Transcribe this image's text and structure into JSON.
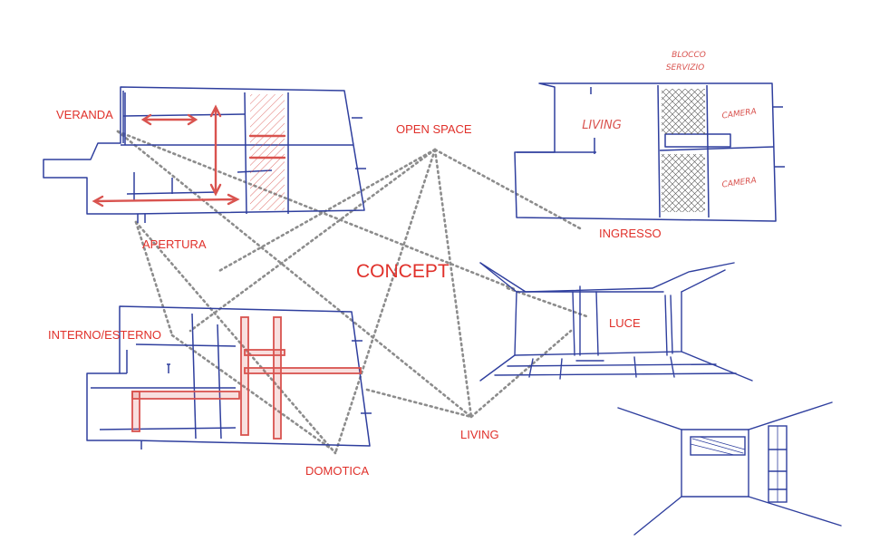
{
  "colors": {
    "label": "#e0302a",
    "sketch": "#2f3f9e",
    "accent": "#d9534f",
    "connector": "#8c8c8c"
  },
  "center": {
    "label": "CONCEPT"
  },
  "labels": {
    "veranda": "VERANDA",
    "open_space": "OPEN SPACE",
    "apertura": "APERTURA",
    "ingresso": "INGRESSO",
    "interno_esterno": "INTERNO/ESTERNO",
    "luce": "LUCE",
    "living": "LIVING",
    "domotica": "DOMOTICA"
  },
  "sketch_notes": {
    "blocco": "BLOCCO",
    "servizio": "SERVIZIO",
    "living": "LIVING",
    "camera_1": "CAMERA",
    "camera_2": "CAMERA"
  }
}
